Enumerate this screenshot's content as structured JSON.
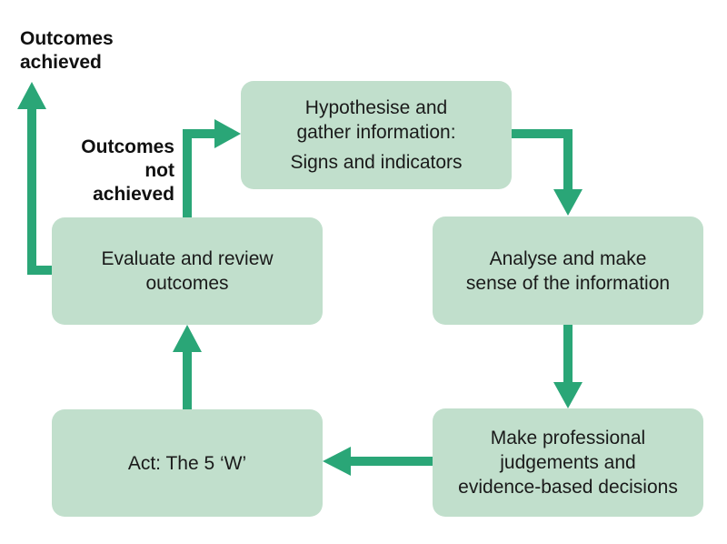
{
  "colors": {
    "box_fill": "#c1dfcc",
    "arrow": "#2aa677",
    "text": "#1a1a1a"
  },
  "nodes": {
    "hypothesise": {
      "line1": "Hypothesise and",
      "line2": "gather information:",
      "line3": "Signs and indicators"
    },
    "analyse": {
      "line1": "Analyse and make",
      "line2": "sense of the information"
    },
    "judge": {
      "line1": "Make professional",
      "line2": "judgements and",
      "line3": "evidence-based decisions"
    },
    "act": {
      "line1": "Act: The 5 ‘W’"
    },
    "evaluate": {
      "line1": "Evaluate and review",
      "line2": "outcomes"
    }
  },
  "labels": {
    "achieved": {
      "line1": "Outcomes",
      "line2": "achieved"
    },
    "not_achieved": {
      "line1": "Outcomes",
      "line2": "not",
      "line3": "achieved"
    }
  }
}
